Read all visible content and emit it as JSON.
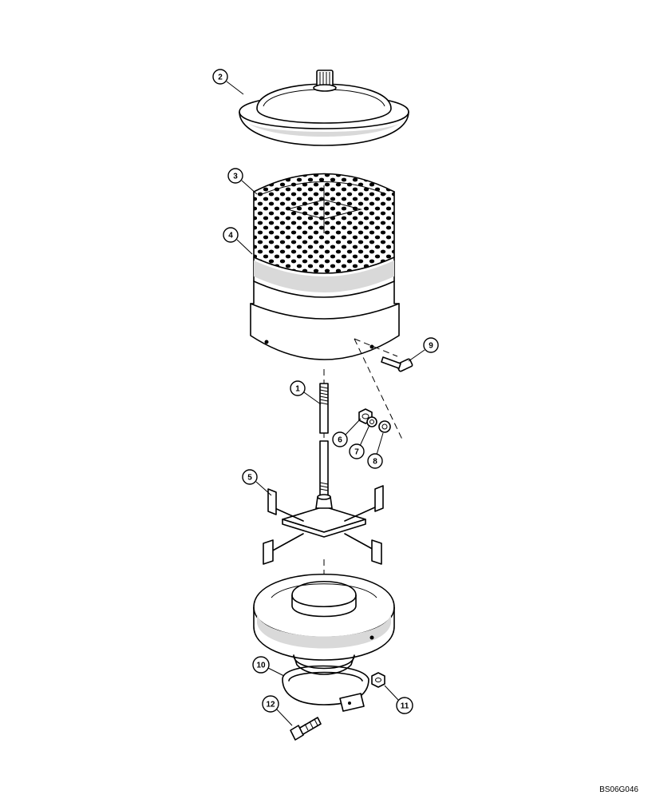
{
  "diagram": {
    "callouts": [
      {
        "id": "c2",
        "label": "2"
      },
      {
        "id": "c3",
        "label": "3"
      },
      {
        "id": "c4",
        "label": "4"
      },
      {
        "id": "c9",
        "label": "9"
      },
      {
        "id": "c1",
        "label": "1"
      },
      {
        "id": "c6",
        "label": "6"
      },
      {
        "id": "c7",
        "label": "7"
      },
      {
        "id": "c8",
        "label": "8"
      },
      {
        "id": "c5",
        "label": "5"
      },
      {
        "id": "c10",
        "label": "10"
      },
      {
        "id": "c11",
        "label": "11"
      },
      {
        "id": "c12",
        "label": "12"
      }
    ],
    "drawing_code": "BS06G046"
  }
}
